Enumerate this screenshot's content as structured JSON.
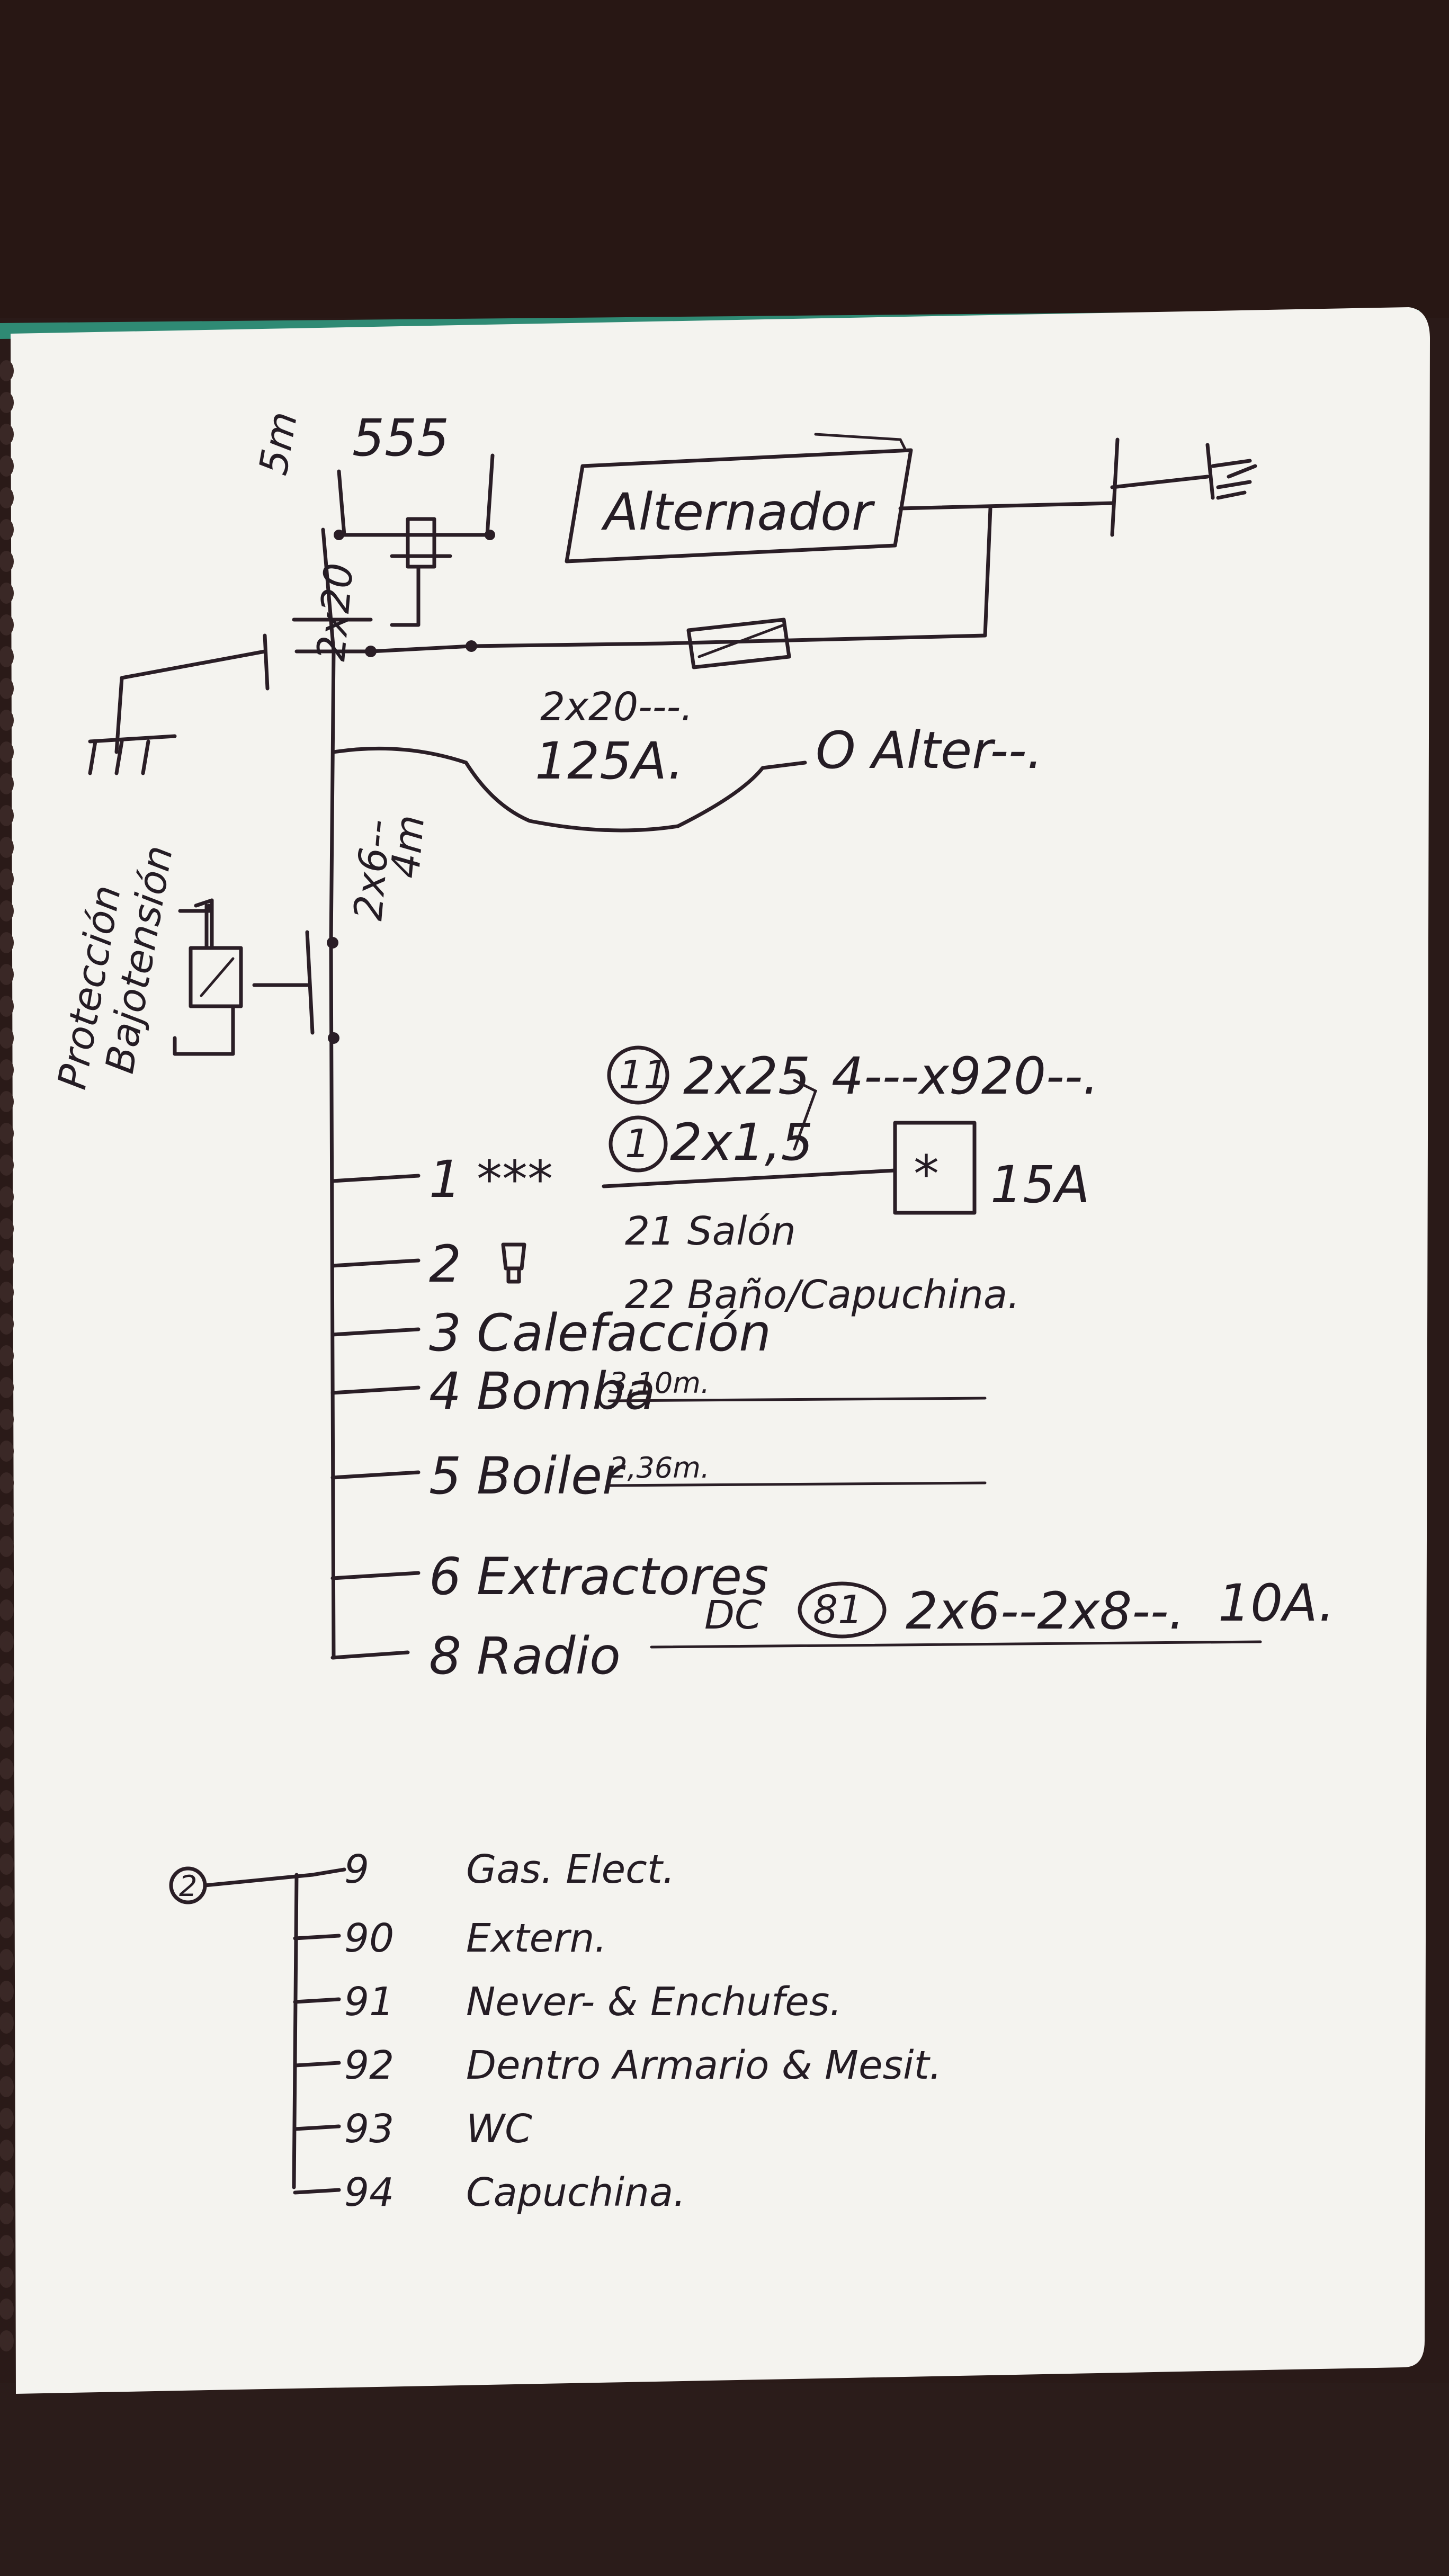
{
  "fuse_top": "555",
  "ref_5m": "5m",
  "cable_2x20_vert": "2x20",
  "alternator": "Alternador",
  "cable_main": "2x20---.",
  "current_main": "125A.",
  "to_alternator": "O Alter--.",
  "cable_2x6_vert": "2x6--",
  "length_4m": "4m",
  "protection_line1": "Protección",
  "protection_line2": "Bajotensión",
  "circuit_11": "11",
  "cable_2x25": "2x25",
  "cable_2x25_rest": "4---x920--.",
  "circuit_1": "1",
  "cable_2x15": "2x1,5",
  "fuse_15a": "15A",
  "sub_21": "21 Salón",
  "sub_22": "22 Baño/Capuchina.",
  "branches": [
    {
      "num": "1",
      "label": "***"
    },
    {
      "num": "2",
      "label": ""
    },
    {
      "num": "3",
      "label": "Calefacción"
    },
    {
      "num": "4",
      "label": "Bomba",
      "note": "3,10m."
    },
    {
      "num": "5",
      "label": "Boiler",
      "note": "2,36m."
    },
    {
      "num": "6",
      "label": "Extractores"
    },
    {
      "num": "8",
      "label": "Radio"
    }
  ],
  "radio_dc": "DC",
  "radio_circuit": "81",
  "radio_cable": "2x6--2x8--.",
  "radio_current": "10A.",
  "group2_circle": "2",
  "group2_items": [
    {
      "num": "9",
      "label": "Gas. Elect."
    },
    {
      "num": "90",
      "label": "Extern."
    },
    {
      "num": "91",
      "label": "Never- & Enchufes."
    },
    {
      "num": "92",
      "label": "Dentro Armario & Mesit."
    },
    {
      "num": "93",
      "label": "WC"
    },
    {
      "num": "94",
      "label": "Capuchina."
    }
  ],
  "colors": {
    "paper": "#f4f3ef",
    "ink": "#2a1e26",
    "wood": "#2a1a18",
    "teal_edge": "#2f8a74"
  }
}
